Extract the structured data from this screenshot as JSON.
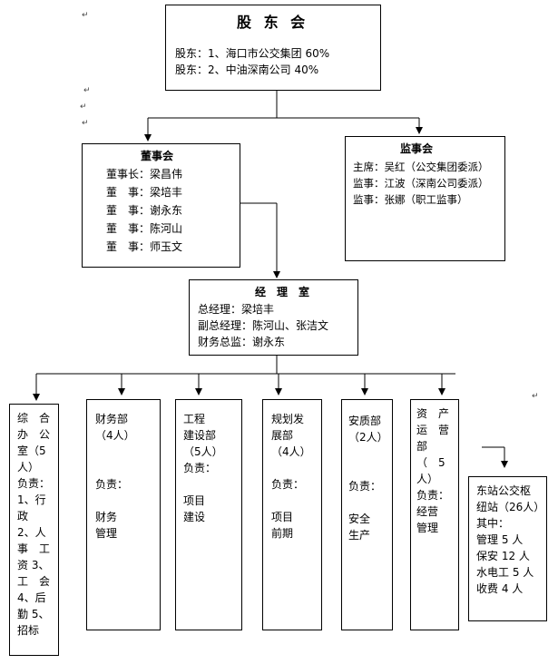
{
  "shareholders": {
    "title": "股 东 会",
    "lines": [
      "股东：1、海口市公交集团 60%",
      "股东：2、中油深南公司 40%"
    ]
  },
  "board": {
    "title": "董事会",
    "lines": [
      "董事长：梁昌伟",
      "董　事：梁培丰",
      "董　事：谢永东",
      "董　事：陈河山",
      "董　事：师玉文"
    ]
  },
  "supervisors": {
    "title": "监事会",
    "lines": [
      "主席：吴红（公交集团委派）",
      "监事：江波（深南公司委派）",
      "监事：张娜（职工监事）"
    ]
  },
  "manager": {
    "title": "经　理　室",
    "lines": [
      "总经理：梁培丰",
      "副总经理：陈河山、张洁文",
      "财务总监：谢永东"
    ]
  },
  "departments": [
    {
      "lines": [
        "综　合",
        "办　公",
        "室（5",
        "人）",
        "负责：",
        "1、行",
        "政",
        "2、人",
        "事　工",
        "资 3、",
        "工　会",
        "4、后",
        "勤 5、",
        "招标"
      ]
    },
    {
      "lines": [
        "财务部",
        "（4人）",
        "",
        "",
        "负责：",
        "",
        "财务",
        "管理"
      ]
    },
    {
      "lines": [
        "工程",
        "建设部",
        "（5人）",
        "负责：",
        "",
        "项目",
        "建设"
      ]
    },
    {
      "lines": [
        "规划发",
        "展部",
        "（4人）",
        "",
        "负责：",
        "",
        "项目",
        "前期"
      ]
    },
    {
      "lines": [
        "安质部",
        "（2人）",
        "",
        "",
        "负责：",
        "",
        "安全",
        "生产"
      ]
    },
    {
      "lines": [
        "资　产",
        "运　营",
        "部",
        "（　5",
        "人）",
        "负责：",
        "经营",
        "管理"
      ]
    }
  ],
  "station": {
    "lines": [
      "东站公交枢",
      "纽站（26人）",
      "其中：",
      "管理 5 人",
      "保安 12 人",
      "水电工 5 人",
      "收费 4 人"
    ]
  }
}
